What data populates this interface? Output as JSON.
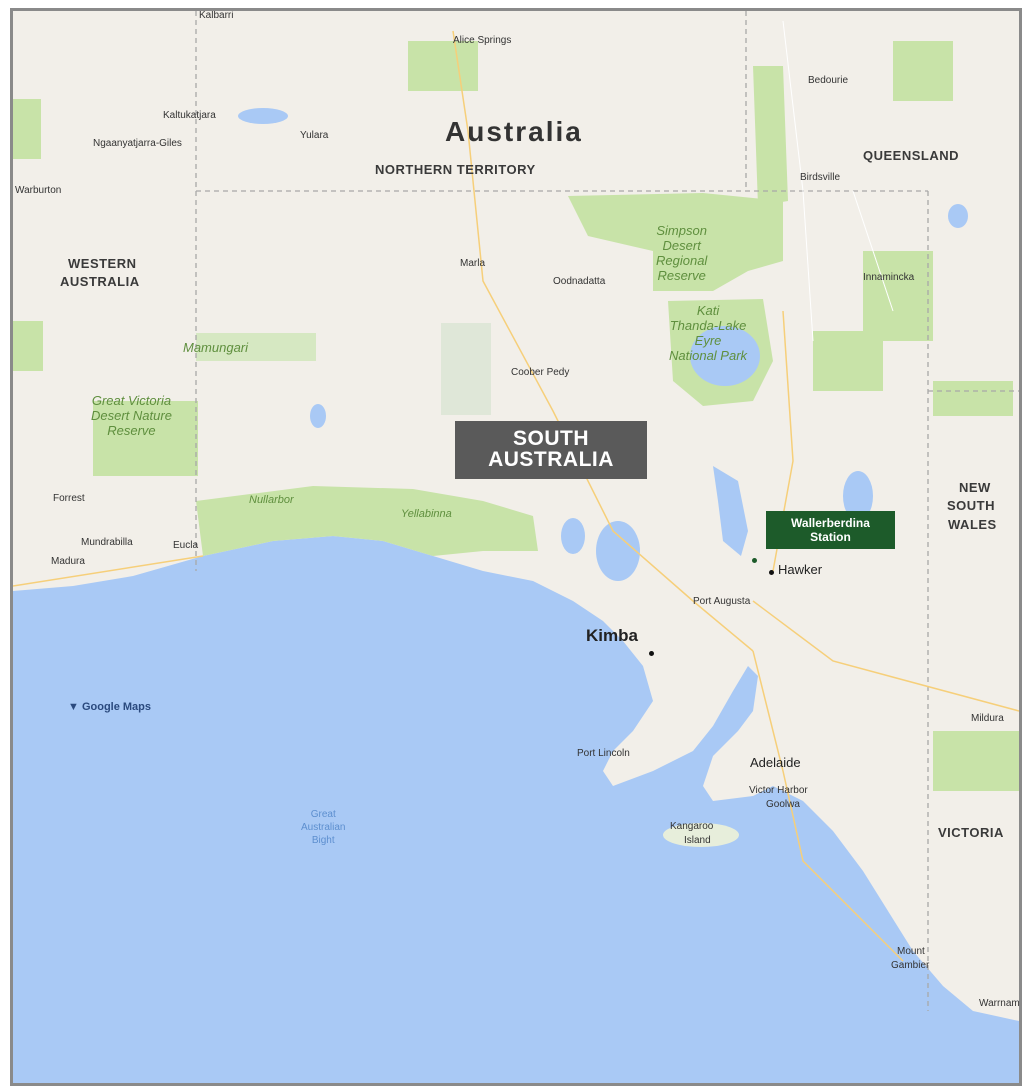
{
  "map": {
    "country": "Australia",
    "states": {
      "northern_territory": "NORTHERN TERRITORY",
      "queensland": "QUEENSLAND",
      "western_australia_1": "WESTERN",
      "western_australia_2": "AUSTRALIA",
      "new_south_wales_1": "NEW",
      "new_south_wales_2": "SOUTH",
      "new_south_wales_3": "WALES",
      "victoria": "VICTORIA"
    },
    "highlight_region": {
      "line1": "SOUTH",
      "line2": "AUSTRALIA"
    },
    "station": {
      "line1": "Wallerberdina",
      "line2": "Station"
    },
    "towns": {
      "alice_springs": "Alice Springs",
      "kalkuringara": "Kaltukatjara",
      "yulara": "Yulara",
      "ngaanyatjarra": "Ngaanyatjarra-Giles",
      "warburton": "Warburton",
      "bedourie": "Bedourie",
      "birdsville": "Birdsville",
      "marla": "Marla",
      "oodnadatta": "Oodnadatta",
      "coober_pedy": "Coober Pedy",
      "innamincka": "Innamincka",
      "forrest": "Forrest",
      "mundrabilla": "Mundrabilla",
      "eucla": "Eucla",
      "madura": "Madura",
      "hawker": "Hawker",
      "port_augusta": "Port Augusta",
      "kimba": "Kimba",
      "port_lincoln": "Port Lincoln",
      "adelaide": "Adelaide",
      "victor_harbor_1": "Victor Harbor",
      "victor_harbor_2": "Goolwa",
      "kangaroo_island_1": "Kangaroo",
      "kangaroo_island_2": "Island",
      "mildura": "Mildura",
      "mount_gambier_1": "Mount",
      "mount_gambier_2": "Gambier",
      "warrnambool": "Warrnambool",
      "kalbarri": "Kalbarri"
    },
    "parks": {
      "mamungari": "Mamungari",
      "simpson_1": "Simpson",
      "simpson_2": "Desert",
      "simpson_3": "Regional",
      "simpson_4": "Reserve",
      "kati_1": "Kati",
      "kati_2": "Thanda-Lake",
      "kati_3": "Eyre",
      "kati_4": "National Park",
      "gvd_1": "Great Victoria",
      "gvd_2": "Desert Nature",
      "gvd_3": "Reserve",
      "nullarbor": "Nullarbor",
      "yellabinna": "Yellabinna"
    },
    "water": {
      "bight_1": "Great",
      "bight_2": "Australian",
      "bight_3": "Bight"
    },
    "attribution": "Google Maps"
  },
  "colors": {
    "ocean": "#a9c9f5",
    "land": "#f2efe9",
    "park": "#c8e3a8",
    "region_label_bg": "#5a5a5a",
    "station_label_bg": "#1d5b2a"
  }
}
